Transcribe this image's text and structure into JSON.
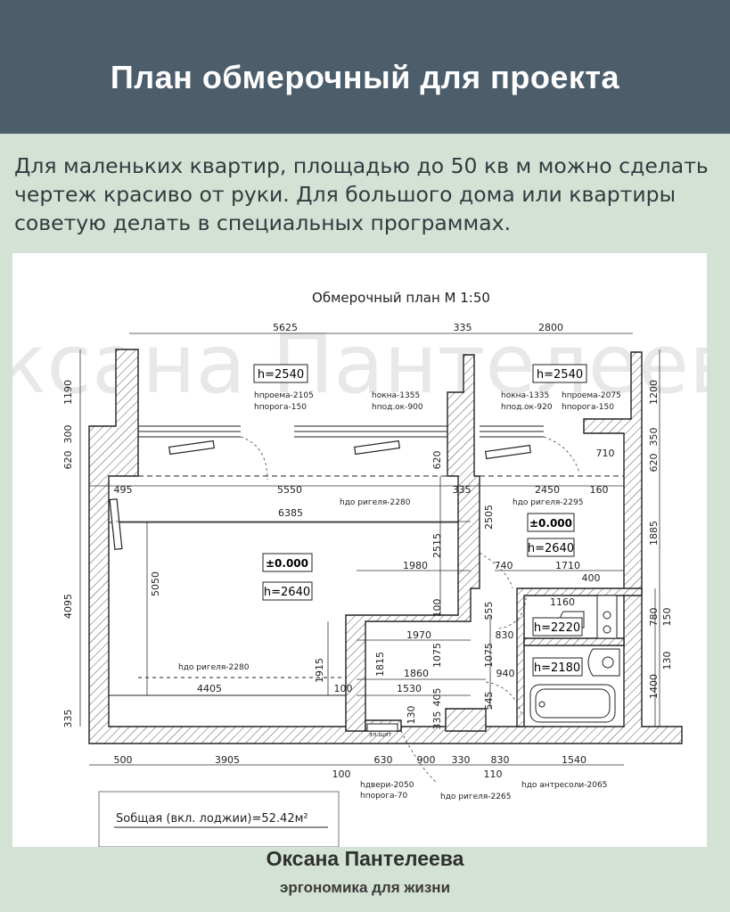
{
  "header": {
    "title": "План обмерочный для проекта"
  },
  "intro": {
    "text": "Для маленьких квартир, площадью до 50 кв м можно сделать чертеж красиво от руки. Для большого дома или квартиры советую делать в специальных программах."
  },
  "watermark": "Оксана Пантелеева",
  "drawing": {
    "title": "Обмерочный план М 1:50",
    "room_labels": {
      "main_h": "h=2540",
      "right_h": "h=2540",
      "main_zero": "±0.000",
      "main_h2640": "h=2640",
      "kitchen_zero": "±0.000",
      "kitchen_h2640": "h=2640",
      "wc_h": "h=2220",
      "bath_h": "h=2180"
    },
    "notes": {
      "hproema_left": "hпроема-2105",
      "hporoga_left": "hпорога-150",
      "hokna_left": "hокна-1355",
      "hpodok_left": "hпод.ок-900",
      "hokna_right": "hокна-1335",
      "hpodok_right": "hпод.ок-920",
      "hproema_right": "hпроема-2075",
      "hporoga_right": "hпорога-150",
      "hdo_rigelya_2280_top": "hдо ригеля-2280",
      "hdo_rigelya_2295": "hдо ригеля-2295",
      "hdo_rigelya_2280_bottom": "hдо ригеля-2280",
      "hdveri": "hдвери-2050",
      "hporoga_70": "hпорога-70",
      "hdo_rigelya_2265": "hдо ригеля-2265",
      "hdo_antreseli": "hдо антресоли-2065",
      "shchit": "эл.щит"
    },
    "dims_top": [
      "5625",
      "335",
      "2800"
    ],
    "dims_row": [
      "495",
      "5550",
      "335",
      "2450",
      "160",
      "710",
      "6385",
      "1980",
      "740",
      "1710",
      "400",
      "1160",
      "1970",
      "830",
      "940",
      "1860",
      "1530",
      "4405",
      "100",
      "2505"
    ],
    "dims_left": [
      "1190",
      "300",
      "620",
      "4095",
      "335",
      "5050",
      "620"
    ],
    "dims_mid": [
      "2515",
      "100",
      "555",
      "1075",
      "1075",
      "1815",
      "1915",
      "545",
      "405",
      "335",
      "130"
    ],
    "dims_right": [
      "1200",
      "350",
      "620",
      "1885",
      "780",
      "150",
      "130",
      "1400"
    ],
    "dims_bottom": [
      "500",
      "3905",
      "100",
      "630",
      "900",
      "330",
      "110",
      "830",
      "1540"
    ],
    "area_text": "Sобщая (вкл. лоджии)=52.42м²"
  },
  "footer": {
    "name": "Оксана Пантелеева",
    "tagline": "эргономика для жизни"
  }
}
